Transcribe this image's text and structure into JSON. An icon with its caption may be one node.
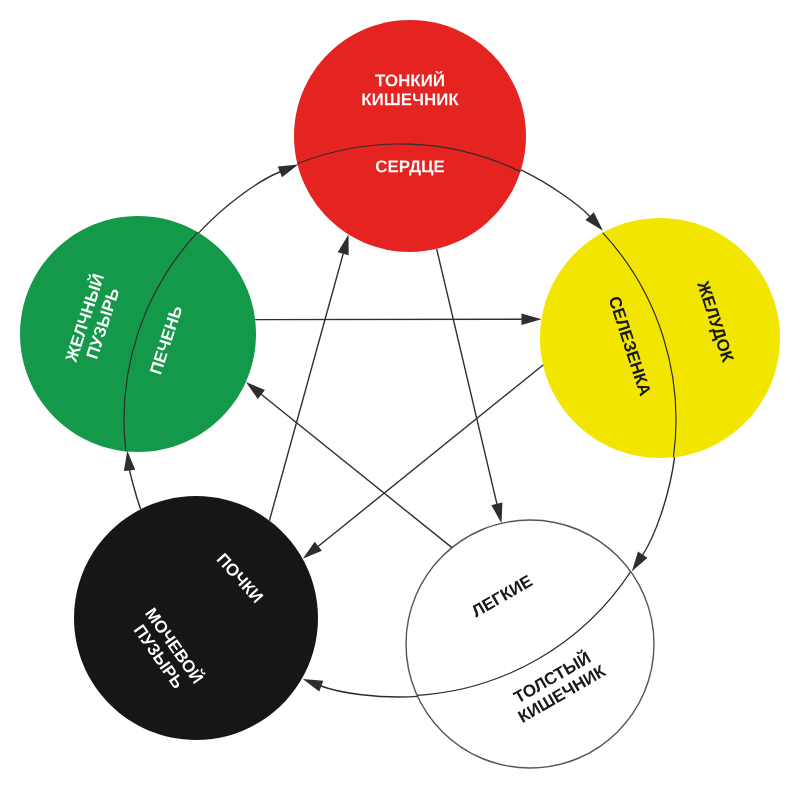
{
  "diagram": {
    "nodes": [
      {
        "text": [
          "ТОНКИЙ КИШЕЧНИК",
          "СЕРДЦЕ"
        ]
      },
      {
        "text": [
          "ЖЕЛЧНЫЙ ПУЗЫРЬ",
          "ПЕЧЕНЬ"
        ]
      },
      {
        "text": [
          "СЕЛЕЗЕНКА",
          "ЖЕЛУДОК"
        ]
      },
      {
        "text": [
          "ПОЧКИ",
          "МОЧЕВОЙ ПУЗЫРЬ"
        ]
      },
      {
        "text": [
          "ЛЕГКИЕ",
          "ТОЛСТЫЙ КИШЕЧНИК"
        ]
      }
    ],
    "edges": [
      {
        "from": 1,
        "to": 0,
        "arrow": "to"
      },
      {
        "from": 0,
        "to": 2,
        "arrow": "to"
      },
      {
        "from": 2,
        "to": 4,
        "arrow": "to"
      },
      {
        "from": 4,
        "to": 3,
        "arrow": "to"
      },
      {
        "from": 3,
        "to": 1,
        "arrow": "to"
      },
      {
        "from": 1,
        "to": 2,
        "arrow": "to"
      },
      {
        "from": 2,
        "to": 3,
        "arrow": "to"
      },
      {
        "from": 3,
        "to": 0,
        "arrow": "to"
      },
      {
        "from": 0,
        "to": 4,
        "arrow": "to"
      },
      {
        "from": 4,
        "to": 1,
        "arrow": "to"
      }
    ]
  }
}
